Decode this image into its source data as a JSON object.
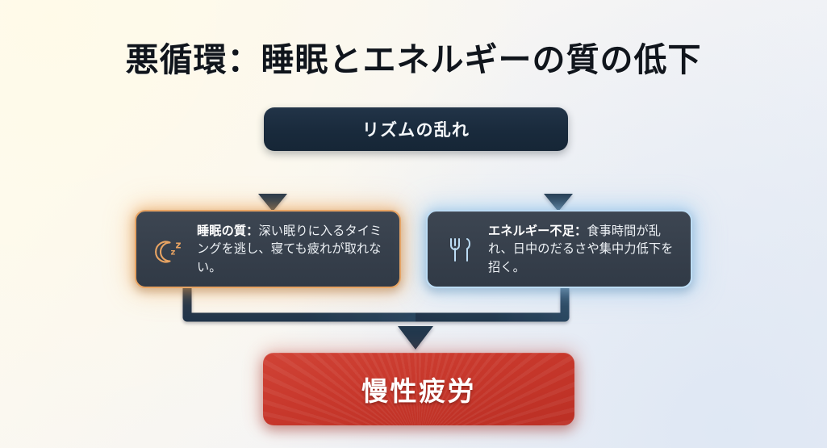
{
  "page": {
    "title": "悪循環：睡眠とエネルギーの質の低下",
    "background_start": "#fdfbf2",
    "background_end": "#e9edf5"
  },
  "diagram": {
    "type": "flowchart",
    "root": {
      "label": "リズムの乱れ",
      "color": "#192a3c"
    },
    "branches": [
      {
        "id": "sleep",
        "icon": "moon-zzz-icon",
        "accent": "#e8a463",
        "heading": "睡眠の質",
        "separator": "：",
        "body": "深い眠りに入るタイミングを逃し、寝ても疲れが取れない。",
        "full_text": "睡眠の質：深い眠りに入るタイミングを逃し、寝ても疲れが取れない。"
      },
      {
        "id": "energy",
        "icon": "fork-knife-icon",
        "accent": "#bcdcf4",
        "heading": "エネルギー不足",
        "separator": "：",
        "body": "食事時間が乱れ、日中のだるさや集中力低下を招く。",
        "full_text": "エネルギー不足：食事時間が乱れ、日中のだるさや集中力低下を招く。"
      }
    ],
    "outcome": {
      "label": "慢性疲労",
      "color": "#c8382c"
    },
    "connector_color": "#23384d"
  }
}
